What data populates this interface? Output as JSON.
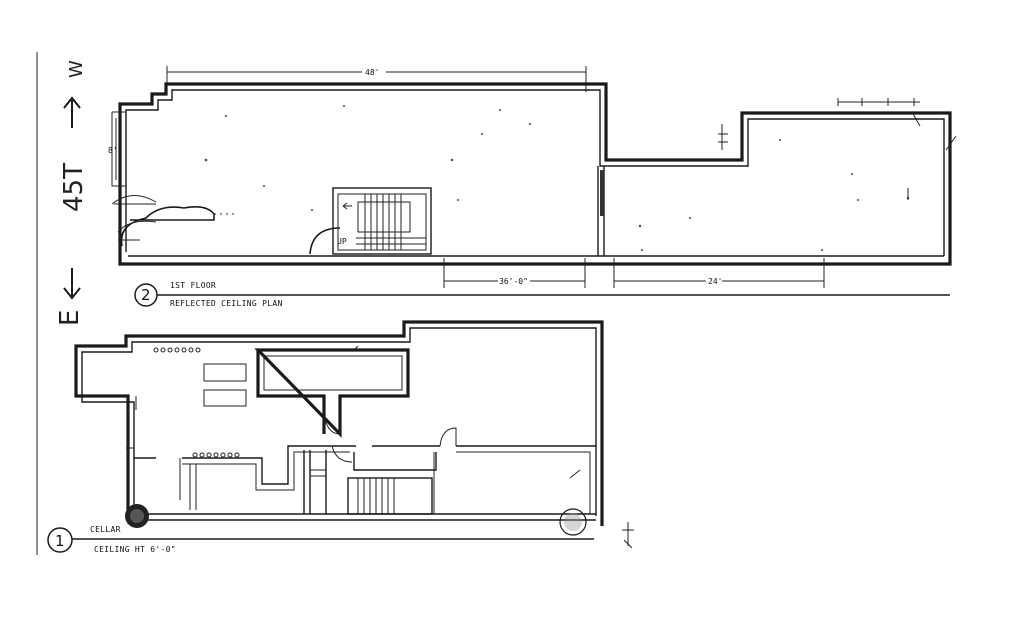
{
  "orientation": {
    "east": "E",
    "street": "45T",
    "west": "W"
  },
  "plan_2": {
    "number": "2",
    "title_line1": "1ST FLOOR",
    "title_line2": "REFLECTED CEILING PLAN",
    "dim_overall": "48'",
    "dim_left": "36'-0\"",
    "dim_right": "24'",
    "dim_side": "8'",
    "stair_label": "UP"
  },
  "plan_1": {
    "number": "1",
    "title_line1": "CELLAR",
    "title_line2": "CEILING HT 6'-0\""
  }
}
